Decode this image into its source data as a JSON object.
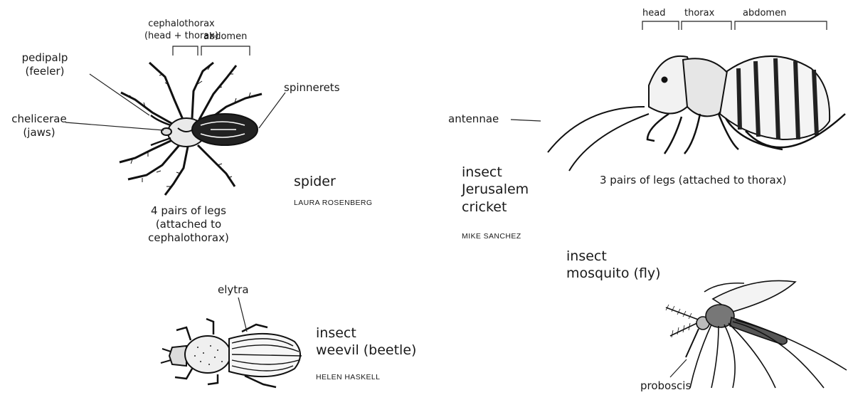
{
  "spider": {
    "label_cephalothorax": "cephalothorax\n(head + thorax)",
    "label_abdomen": "abdomen",
    "label_pedipalp": "pedipalp\n(feeler)",
    "label_chelicerae": "chelicerae\n(jaws)",
    "label_spinnerets": "spinnerets",
    "legs_caption": "4 pairs of legs\n(attached to\ncephalothorax)",
    "title": "spider",
    "credit": "LAURA ROSENBERG"
  },
  "cricket": {
    "label_head": "head",
    "label_thorax": "thorax",
    "label_abdomen": "abdomen",
    "label_antennae": "antennae",
    "legs_caption": "3 pairs of legs (attached to thorax)",
    "title": "insect\nJerusalem\ncricket",
    "credit": "MIKE SANCHEZ"
  },
  "weevil": {
    "label_elytra": "elytra",
    "title": "insect\nweevil (beetle)",
    "credit": "HELEN HASKELL"
  },
  "mosquito": {
    "title": "insect\nmosquito (fly)",
    "label_proboscis": "proboscis"
  }
}
